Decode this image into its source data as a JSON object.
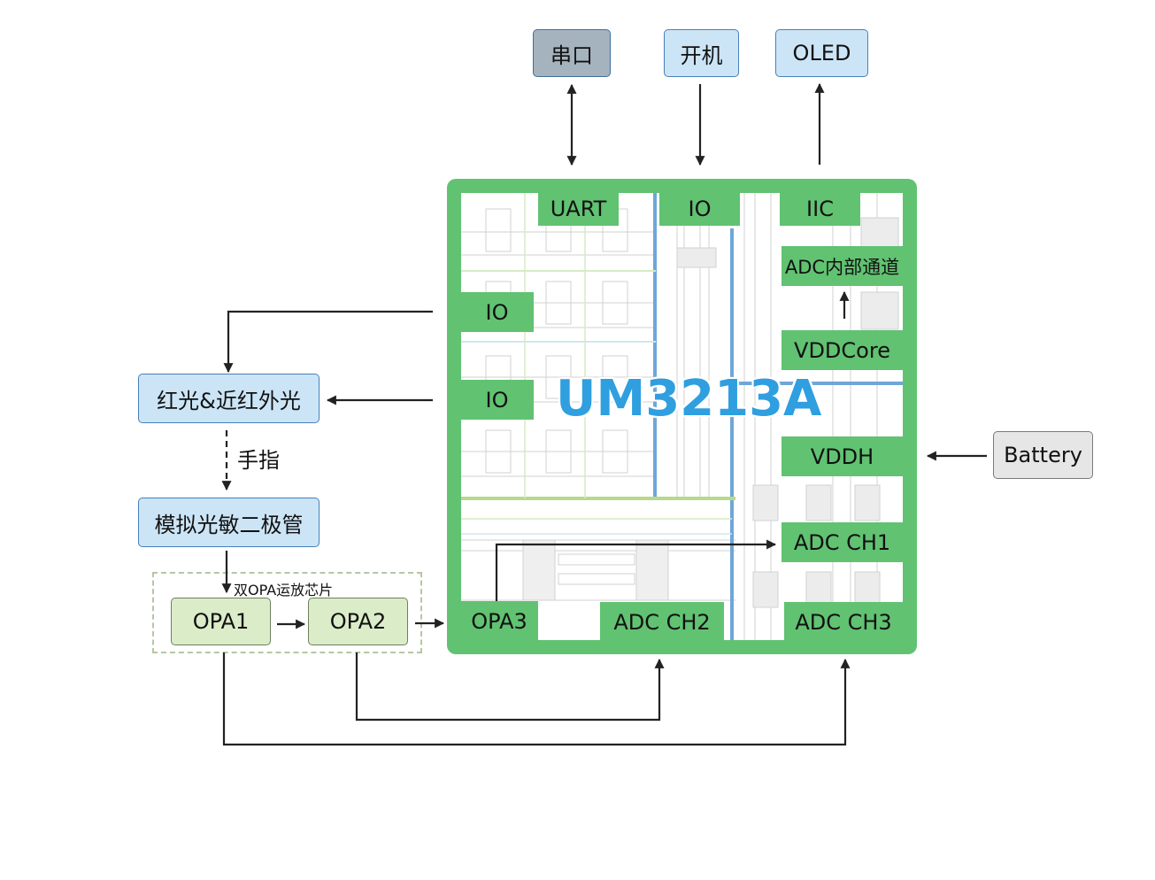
{
  "colors": {
    "chip_green": "#61c272",
    "box_blue": "#cce5f6",
    "box_grey": "#a5b3be",
    "box_light_grey": "#e6e6e6",
    "box_light_green": "#dbecc9",
    "chip_name_blue": "#2f9fe0",
    "arrow": "#222222"
  },
  "top_boxes": {
    "serial": "串口",
    "power_on": "开机",
    "oled": "OLED"
  },
  "chip": {
    "name": "UM3213A",
    "pads": {
      "uart": "UART",
      "io_top": "IO",
      "iic": "IIC",
      "adc_internal": "ADC内部通道",
      "vddcore": "VDDCore",
      "io_left_1": "IO",
      "io_left_2": "IO",
      "vddh": "VDDH",
      "adc_ch1": "ADC CH1",
      "opa3": "OPA3",
      "adc_ch2": "ADC CH2",
      "adc_ch3": "ADC CH3"
    }
  },
  "left_boxes": {
    "light_source": "红光&近红外光",
    "finger": "手指",
    "photodiode": "模拟光敏二极管",
    "dual_opa_group": "双OPA运放芯片",
    "opa1": "OPA1",
    "opa2": "OPA2"
  },
  "right_boxes": {
    "battery": "Battery"
  }
}
